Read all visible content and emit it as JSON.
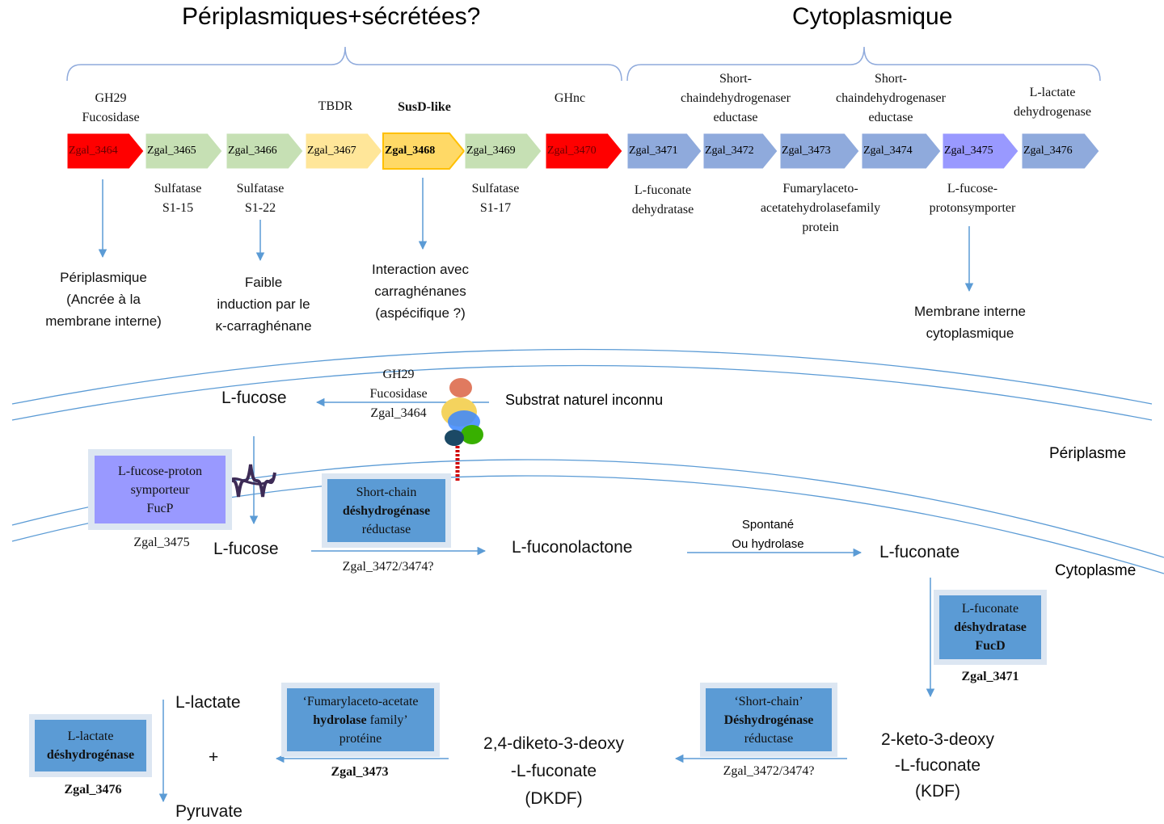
{
  "headers": {
    "periplasmic": "Périplasmiques+sécrétées?",
    "cytoplasmic": "Cytoplasmique"
  },
  "colors": {
    "red": "#ff0000",
    "green": "#c6e0b4",
    "yellow": "#ffe699",
    "yellow_strong": "#ffd966",
    "blue": "#8faadc",
    "purple": "#9999ff",
    "box_blue": "#5b9bd5",
    "box_purple": "#9999ff",
    "arrow": "#5b9bd5"
  },
  "genes": [
    {
      "id": "Zgal_3464",
      "color": "red"
    },
    {
      "id": "Zgal_3465",
      "color": "green"
    },
    {
      "id": "Zgal_3466",
      "color": "green"
    },
    {
      "id": "Zgal_3467",
      "color": "yellow"
    },
    {
      "id": "Zgal_3468",
      "color": "yellow_strong"
    },
    {
      "id": "Zgal_3469",
      "color": "green"
    },
    {
      "id": "Zgal_3470",
      "color": "red"
    },
    {
      "id": "Zgal_3471",
      "color": "blue"
    },
    {
      "id": "Zgal_3472",
      "color": "blue"
    },
    {
      "id": "Zgal_3473",
      "color": "blue"
    },
    {
      "id": "Zgal_3474",
      "color": "blue"
    },
    {
      "id": "Zgal_3475",
      "color": "purple"
    },
    {
      "id": "Zgal_3476",
      "color": "blue"
    }
  ],
  "top_labels": {
    "gh29": "GH29\nFucosidase",
    "tbdr": "TBDR",
    "susd": "SusD-like",
    "ghnc": "GHnc",
    "sdr1": "Short-\nchaindehydrogenaser\neductase",
    "sdr2": "Short-\nchaindehydrogenaser\neductase",
    "ldh": "L-lactate\ndehydrogenase"
  },
  "bottom_labels": {
    "s115": "Sulfatase\nS1-15",
    "s122": "Sulfatase\nS1-22",
    "s117": "Sulfatase\nS1-17",
    "fucdh": "L-fuconate\ndehydratase",
    "fah": "Fumarylaceto-\nacetatehydrolasefamily\nprotein",
    "fucp": "L-fucose-\nprotonsymporter"
  },
  "notes": {
    "periplasmique": "Périplasmique\n(Ancrée à la\nmembrane interne)",
    "faible": "Faible\ninduction par le\nκ-carraghénane",
    "interaction": "Interaction avec\ncarraghénanes\n(aspécifique ?)",
    "membrane": "Membrane interne\ncytoplasmique"
  },
  "pathway": {
    "gh29_label": "GH29\nFucosidase\nZgal_3464",
    "substrat": "Substrat naturel inconnu",
    "lfucose_peri": "L-fucose",
    "periplasme": "Périplasme",
    "cytoplasme": "Cytoplasme",
    "fucp_box": "L-fucose-proton\nsymporteur\nFucP",
    "fucp_id": "Zgal_3475",
    "lfucose_cyto": "L-fucose",
    "sdr_box_1": "Short-chain",
    "sdr_box_2": "déshydrogénase",
    "sdr_box_3": "réductase",
    "sdr_id": "Zgal_3472/3474?",
    "fuconolactone": "L-fuconolactone",
    "spontane": "Spontané\nOu hydrolase",
    "fuconate": "L-fuconate",
    "fucd_box_1": "L-fuconate",
    "fucd_box_2": "déshydratase",
    "fucd_box_3": "FucD",
    "fucd_id": "Zgal_3471",
    "kdf": "2-keto-3-deoxy\n-L-fuconate\n(KDF)",
    "sdr2_box_1": "‘Short-chain’",
    "sdr2_box_2": "Déshydrogénase",
    "sdr2_box_3": "réductase",
    "sdr2_id": "Zgal_3472/3474?",
    "dkdf": "2,4-diketo-3-deoxy\n-L-fuconate\n(DKDF)",
    "fah_box_1": "‘Fumarylaceto-acetate",
    "fah_box_2": "hydrolase",
    "fah_box_2b": " family’",
    "fah_box_3": "protéine",
    "fah_id": "Zgal_3473",
    "llactate": "L-lactate",
    "plus": "+",
    "pyruvate": "Pyruvate",
    "ldh_box_1": "L-lactate",
    "ldh_box_2": "déshydrogénase",
    "ldh_id": "Zgal_3476"
  }
}
